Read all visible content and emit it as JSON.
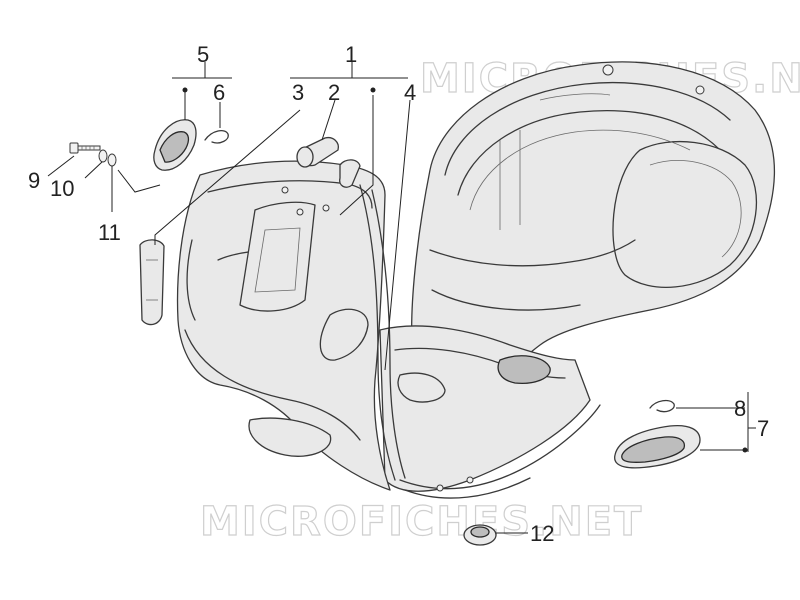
{
  "watermark": "MICROFICHES.NET",
  "callouts": {
    "c1": "1",
    "c2": "2",
    "c3": "3",
    "c4": "4",
    "c5": "5",
    "c6": "6",
    "c7": "7",
    "c8": "8",
    "c9": "9",
    "c10": "10",
    "c11": "11",
    "c12": "12"
  },
  "colors": {
    "line": "#3a3a3a",
    "label": "#222222",
    "watermark": "#cfcfcf",
    "fill": "#e9e9e9"
  }
}
